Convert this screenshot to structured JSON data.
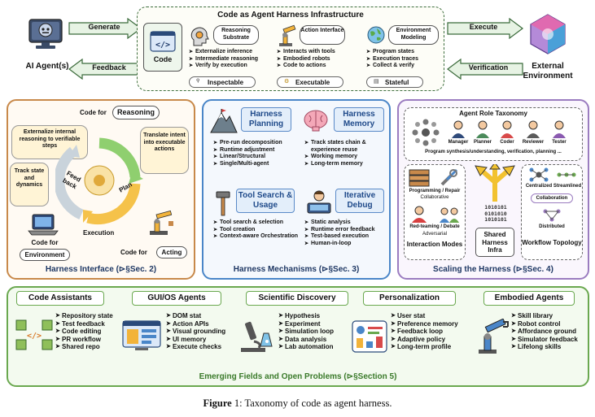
{
  "top": {
    "title": "Code as Agent Harness Infrastructure",
    "agent_label": "AI Agent(s)",
    "generate": "Generate",
    "feedback": "Feedback",
    "code_label": "Code",
    "execute": "Execute",
    "verification": "Verification",
    "env_label": "External Environment",
    "cols": [
      {
        "title": "Reasoning Substrate",
        "items": [
          "Externalize inference",
          "Intermediate reasoning",
          "Verify by execution"
        ],
        "badge": "Inspectable"
      },
      {
        "title": "Action Interface",
        "items": [
          "Interacts with tools",
          "Embodied robots",
          "Code to actions"
        ],
        "badge": "Executable"
      },
      {
        "title": "Environment Modeling",
        "items": [
          "Program states",
          "Execution traces",
          "Collect & verify"
        ],
        "badge": "Stateful"
      }
    ]
  },
  "interface": {
    "code_for_1": "Code for",
    "reasoning": "Reasoning",
    "bubble_reason": "Externalize internal reasoning to verifiable steps",
    "bubble_translate": "Translate intent into executable actions",
    "bubble_track": "Track state and dynamics",
    "feedback": "Feed back",
    "plan": "Plan",
    "execution": "Execution",
    "code_for_env": "Code for",
    "environment": "Environment",
    "code_for_3": "Code for",
    "acting": "Acting",
    "footer": "Harness Interface (⊳§Sec. 2)"
  },
  "mechanisms": {
    "planning": {
      "title": "Harness Planning",
      "items": [
        "Pre-run decomposition",
        "Runtime adjustment",
        "Linear/Structural",
        "Single/Multi-agent"
      ]
    },
    "memory": {
      "title": "Harness Memory",
      "items": [
        "Track states chain & experience reuse",
        "Working memory",
        "Long-term memory"
      ]
    },
    "tool": {
      "title": "Tool Search & Usage",
      "items": [
        "Tool search & selection",
        "Tool creation",
        "Context-aware Orchestration"
      ]
    },
    "debug": {
      "title": "Iterative Debug",
      "items": [
        "Static analysis",
        "Runtime error feedback",
        "Test-based execution",
        "Human-in-loop"
      ]
    },
    "footer": "Harness Mechanisms (⊳§Sec. 3)"
  },
  "scaling": {
    "taxonomy_title": "Agent Role Taxonomy",
    "roles": [
      "Manager",
      "Planner",
      "Coder",
      "Reviewer",
      "Tester"
    ],
    "roles_caption": "Program synthesis/understanding, verification, planning ...",
    "modes": {
      "prog": "Programming / Repair",
      "collab": "Collaborative",
      "red": "Red-teaming / Debate",
      "adv": "Adversarial",
      "title": "Interaction Modes"
    },
    "infra": "Shared Harness Infra",
    "binary": "1010101\n0101010\n1010101",
    "topology": {
      "centralized": "Centralized",
      "streamlined": "Streamlined",
      "collaboration": "Collaboration",
      "distributed": "Distributed",
      "title": "Workflow Topology"
    },
    "footer": "Scaling the Harness (⊳§Sec. 4)"
  },
  "fields": [
    {
      "title": "Code Assistants",
      "items": [
        "Repository state",
        "Test feedback",
        "Code editing",
        "PR workflow",
        "Shared repo"
      ]
    },
    {
      "title": "GUI/OS Agents",
      "items": [
        "DOM stat",
        "Action APIs",
        "Visual grounding",
        "UI memory",
        "Execute checks"
      ]
    },
    {
      "title": "Scientific Discovery",
      "items": [
        "Hypothesis",
        "Experiment",
        "Simulation loop",
        "Data analysis",
        "Lab automation"
      ]
    },
    {
      "title": "Personalization",
      "items": [
        "User stat",
        "Preference memory",
        "Feedback loop",
        "Adaptive policy",
        "Long-term profile"
      ]
    },
    {
      "title": "Embodied Agents",
      "items": [
        "Skill library",
        "Robot control",
        "Affordance ground",
        "Simulator feedback",
        "Lifelong skills"
      ]
    }
  ],
  "fields_footer": "Emerging Fields and Open Problems (⊳§Section 5)",
  "caption": {
    "label": "Figure",
    "number": "1",
    "text": ": Taxonomy of code as agent harness."
  },
  "colors": {
    "orange": "#c8894a",
    "blue": "#4a86c8",
    "purple": "#9b7cc0",
    "green": "#6aa84f",
    "dashed_green": "#5a8a50"
  }
}
